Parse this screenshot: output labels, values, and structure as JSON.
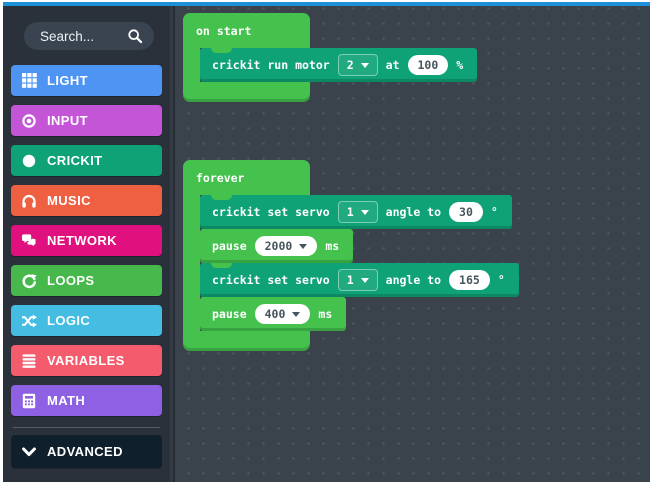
{
  "app": {
    "name": "MakeCode block editor",
    "accent_top_color": "#1E90D8",
    "sidebar_background": "#2A313A",
    "workspace_background": "#3A424C"
  },
  "sidebar": {
    "search_placeholder": "Search...",
    "search_icon": "search-icon",
    "categories": [
      {
        "label": "LIGHT",
        "color": "#4E94F2",
        "icon": "grid-icon"
      },
      {
        "label": "INPUT",
        "color": "#C455D6",
        "icon": "dot-circle-icon"
      },
      {
        "label": "CRICKIT",
        "color": "#0EA276",
        "icon": "circle-icon"
      },
      {
        "label": "MUSIC",
        "color": "#EE6041",
        "icon": "headphones-icon"
      },
      {
        "label": "NETWORK",
        "color": "#E0117E",
        "icon": "comments-icon"
      },
      {
        "label": "LOOPS",
        "color": "#47B84C",
        "icon": "refresh-icon"
      },
      {
        "label": "LOGIC",
        "color": "#45BCE2",
        "icon": "shuffle-icon"
      },
      {
        "label": "VARIABLES",
        "color": "#F45B6C",
        "icon": "list-icon"
      },
      {
        "label": "MATH",
        "color": "#8E61E4",
        "icon": "calculator-icon"
      }
    ],
    "advanced": {
      "label": "ADVANCED",
      "color": "#0F1F2C",
      "icon": "chevron-down-icon"
    }
  },
  "workspace": {
    "block_colors": {
      "loops_green": "#44C24D",
      "crickit_teal": "#0FA276"
    },
    "on_start": {
      "label": "on start"
    },
    "run_motor": {
      "text": "crickit run motor",
      "motor": "2",
      "at_label": "at",
      "speed": "100",
      "unit": "%"
    },
    "forever": {
      "label": "forever"
    },
    "servo1": {
      "text": "crickit set servo",
      "servo": "1",
      "angle_label": "angle to",
      "angle": "30",
      "unit": "°"
    },
    "pause1": {
      "text": "pause",
      "duration": "2000",
      "unit": "ms"
    },
    "servo2": {
      "text": "crickit set servo",
      "servo": "1",
      "angle_label": "angle to",
      "angle": "165",
      "unit": "°"
    },
    "pause2": {
      "text": "pause",
      "duration": "400",
      "unit": "ms"
    }
  }
}
